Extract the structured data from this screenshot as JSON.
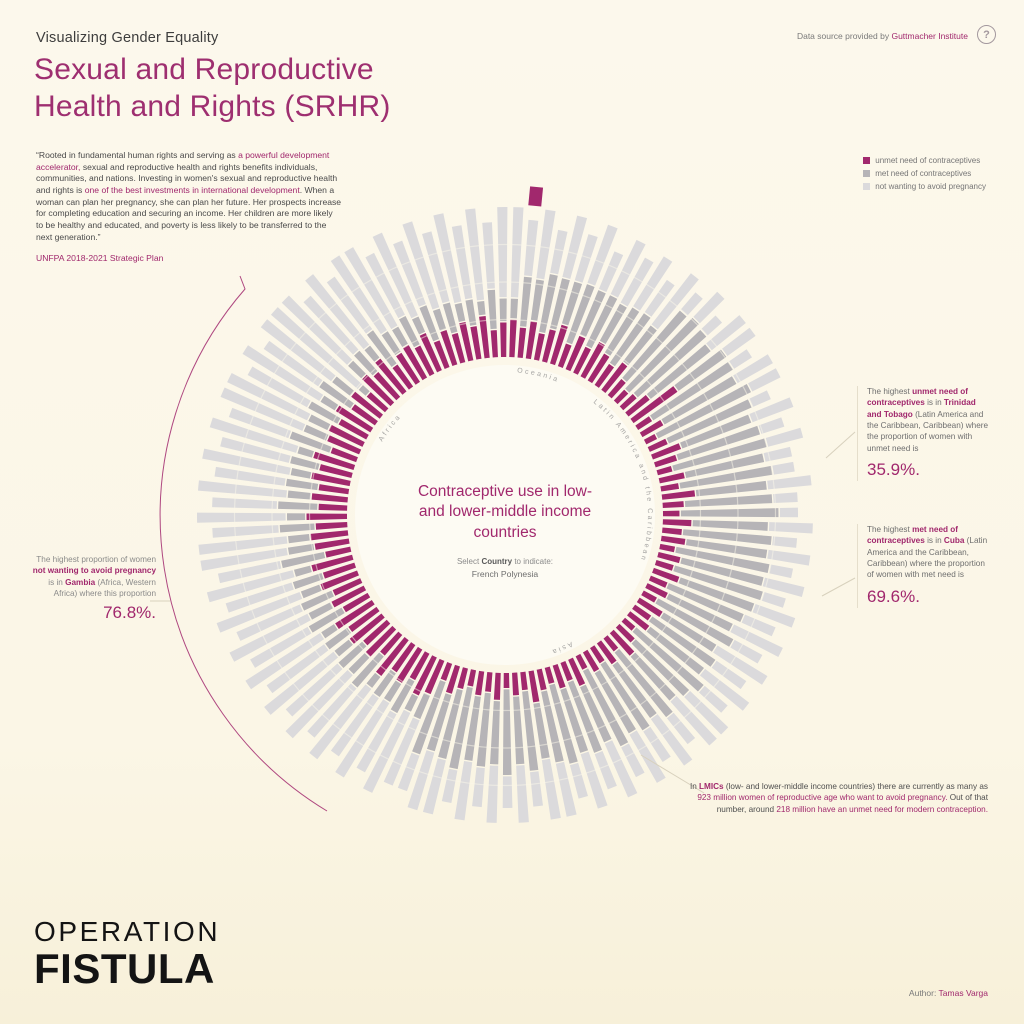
{
  "page": {
    "eyebrow": "Visualizing Gender Equality",
    "title_line1": "Sexual and Reproductive",
    "title_line2": "Health and Rights (SRHR)",
    "datasource_prefix": "Data source provided by ",
    "datasource_link": "Guttmacher Institute",
    "help_icon_glyph": "?"
  },
  "quote": {
    "segments": [
      {
        "t": "“Rooted in fundamental human rights and serving as "
      },
      {
        "t": "a powerful development accelerator,",
        "h": true
      },
      {
        "t": " sexual and reproductive health and rights benefits individuals, communities, and nations. Investing in women's sexual and reproductive health and rights is "
      },
      {
        "t": "one of the best investments in international development",
        "h": true
      },
      {
        "t": ". When a woman can plan her pregnancy, she can plan her future. Her prospects increase for completing education and securing an income. Her children are more likely to be healthy and educated, and poverty is less likely to be transferred to the next generation.”"
      }
    ],
    "source": "UNFPA 2018-2021 Strategic Plan"
  },
  "legend": {
    "items": [
      {
        "label": "unmet need of contraceptives",
        "color": "#a1286d"
      },
      {
        "label": "met need of contraceptives",
        "color": "#b6b4b7"
      },
      {
        "label": "not wanting to avoid pregnancy",
        "color": "#dbdadc"
      }
    ]
  },
  "center": {
    "title": "Contraceptive use in low- and lower-middle income countries",
    "select_prefix": "Select ",
    "select_field": "Country",
    "select_suffix": " to indicate:",
    "selected_country": "French Polynesia"
  },
  "annotations": {
    "unmet": {
      "segments": [
        {
          "t": "The highest "
        },
        {
          "t": "unmet need of contraceptives",
          "h": true,
          "b": true
        },
        {
          "t": " is in "
        },
        {
          "t": "Trinidad and Tobago",
          "h": true,
          "b": true
        },
        {
          "t": " (Latin America and the Caribbean, Caribbean) where the proportion of women with unmet need is"
        }
      ],
      "value": "35.9%."
    },
    "met": {
      "segments": [
        {
          "t": "The highest "
        },
        {
          "t": "met need of contraceptives",
          "h": true,
          "b": true
        },
        {
          "t": " is in "
        },
        {
          "t": "Cuba",
          "h": true,
          "b": true
        },
        {
          "t": " (Latin America and the Caribbean, Caribbean) where the proportion of women with met need is"
        }
      ],
      "value": "69.6%."
    },
    "not_wanting": {
      "segments": [
        {
          "t": "The highest proportion of women "
        },
        {
          "t": "not wanting to avoid pregnancy",
          "h": true,
          "b": true
        },
        {
          "t": " is in "
        },
        {
          "t": "Gambia",
          "h": true,
          "b": true
        },
        {
          "t": " (Africa, Western Africa) where this proportion"
        }
      ],
      "value": "76.8%."
    },
    "lmic": {
      "segments": [
        {
          "t": "In "
        },
        {
          "t": "LMICs",
          "h": true,
          "b": true
        },
        {
          "t": " (low- and lower-middle income countries) there are currently as many as "
        },
        {
          "t": "923 million women of reproductive age who want to avoid pregnancy.",
          "h": true
        },
        {
          "t": " Out of that number, around "
        },
        {
          "t": "218 million have an unmet need for modern contraception.",
          "h": true
        }
      ]
    }
  },
  "footer": {
    "brand_line1": "OPERATION",
    "brand_line2": "FISTULA",
    "author_label": "Author: ",
    "author_name": "Tamas Varga"
  },
  "chart_data": {
    "type": "radial-stacked-bar",
    "title": "Contraceptive use in low- and lower-middle income countries",
    "series": [
      "unmet need of contraceptives",
      "met need of contraceptives",
      "not wanting to avoid pregnancy"
    ],
    "values_format": "[unmet, met, not_wanting] in % (estimated from bar lengths)",
    "colors": {
      "unmet": "#a1286d",
      "met": "#b6b4b7",
      "notwant": "#dbdadc"
    },
    "selected": {
      "country": "French Polynesia",
      "region": "Oceania",
      "bar_index": 0
    },
    "extremes": {
      "highest_unmet": {
        "country": "Trinidad and Tobago",
        "region": "Latin America and the Caribbean",
        "subregion": "Caribbean",
        "value_pct": 35.9
      },
      "highest_met": {
        "country": "Cuba",
        "region": "Latin America and the Caribbean",
        "subregion": "Caribbean",
        "value_pct": 69.6
      },
      "highest_not_wanting": {
        "country": "Gambia",
        "region": "Africa",
        "subregion": "Western Africa",
        "value_pct": 76.8
      }
    },
    "totals": {
      "women_wanting_to_avoid_pregnancy": "923 million",
      "unmet_need_modern_contraception": "218 million"
    },
    "regions": [
      {
        "name": "Oceania",
        "bars": [
          [
            20,
            34,
            38
          ],
          [
            25,
            28,
            47
          ],
          [
            18,
            40,
            30
          ],
          [
            22,
            35,
            43
          ],
          [
            27,
            30,
            33
          ],
          [
            16,
            42,
            42
          ],
          [
            24,
            33,
            28
          ],
          [
            19,
            38,
            41
          ],
          [
            26,
            29,
            35
          ],
          [
            21,
            36,
            40
          ],
          [
            17,
            41,
            27
          ],
          [
            23,
            31,
            44
          ]
        ]
      },
      {
        "name": "Latin America and the Caribbean",
        "bars": [
          [
            14,
            60,
            16
          ],
          [
            10,
            66,
            24
          ],
          [
            12,
            62,
            14
          ],
          [
            18,
            52,
            30
          ],
          [
            36,
            40,
            24
          ],
          [
            11,
            64,
            15
          ],
          [
            16,
            56,
            28
          ],
          [
            8,
            70,
            22
          ],
          [
            13,
            61,
            14
          ],
          [
            20,
            50,
            30
          ],
          [
            15,
            58,
            17
          ],
          [
            10,
            65,
            25
          ],
          [
            17,
            54,
            19
          ],
          [
            12,
            63,
            15
          ],
          [
            22,
            48,
            30
          ],
          [
            14,
            59,
            17
          ],
          [
            11,
            66,
            13
          ],
          [
            19,
            51,
            30
          ],
          [
            13,
            60,
            17
          ],
          [
            16,
            55,
            29
          ],
          [
            10,
            64,
            16
          ],
          [
            15,
            57,
            28
          ],
          [
            12,
            62,
            16
          ],
          [
            18,
            53,
            29
          ]
        ]
      },
      {
        "name": "Asia",
        "bars": [
          [
            12,
            55,
            23
          ],
          [
            15,
            48,
            37
          ],
          [
            10,
            58,
            22
          ],
          [
            18,
            42,
            40
          ],
          [
            13,
            52,
            25
          ],
          [
            16,
            46,
            38
          ],
          [
            9,
            60,
            21
          ],
          [
            14,
            50,
            36
          ],
          [
            20,
            40,
            40
          ],
          [
            11,
            56,
            23
          ],
          [
            17,
            44,
            39
          ],
          [
            12,
            53,
            25
          ],
          [
            15,
            47,
            38
          ],
          [
            10,
            57,
            23
          ],
          [
            19,
            41,
            40
          ],
          [
            13,
            51,
            26
          ],
          [
            16,
            45,
            39
          ],
          [
            11,
            55,
            24
          ],
          [
            14,
            49,
            37
          ],
          [
            21,
            38,
            41
          ],
          [
            12,
            54,
            24
          ],
          [
            15,
            46,
            39
          ],
          [
            10,
            58,
            22
          ],
          [
            18,
            43,
            39
          ],
          [
            13,
            50,
            27
          ],
          [
            16,
            44,
            40
          ],
          [
            11,
            56,
            23
          ],
          [
            14,
            48,
            38
          ],
          [
            19,
            40,
            41
          ],
          [
            12,
            52,
            26
          ]
        ]
      },
      {
        "name": "Africa",
        "bars": [
          [
            24,
            18,
            48
          ],
          [
            28,
            12,
            60
          ],
          [
            20,
            25,
            45
          ],
          [
            26,
            15,
            59
          ],
          [
            22,
            20,
            48
          ],
          [
            30,
            10,
            60
          ],
          [
            18,
            28,
            44
          ],
          [
            25,
            16,
            59
          ],
          [
            21,
            22,
            47
          ],
          [
            27,
            13,
            60
          ],
          [
            23,
            19,
            48
          ],
          [
            29,
            11,
            60
          ],
          [
            19,
            26,
            45
          ],
          [
            24,
            17,
            59
          ],
          [
            20,
            23,
            47
          ],
          [
            26,
            14,
            60
          ],
          [
            22,
            21,
            47
          ],
          [
            28,
            12,
            60
          ],
          [
            17,
            30,
            43
          ],
          [
            23,
            18,
            59
          ],
          [
            25,
            15,
            60
          ],
          [
            21,
            24,
            45
          ],
          [
            27,
            13,
            60
          ],
          [
            19,
            27,
            44
          ],
          [
            24,
            16,
            60
          ],
          [
            20,
            22,
            48
          ],
          [
            26,
            14,
            60
          ],
          [
            22,
            20,
            48
          ],
          [
            28,
            11,
            61
          ],
          [
            18,
            29,
            43
          ],
          [
            23,
            17,
            60
          ],
          [
            25,
            15,
            60
          ],
          [
            21,
            23,
            46
          ],
          [
            27,
            12,
            61
          ],
          [
            19,
            26,
            45
          ],
          [
            24,
            16,
            60
          ],
          [
            16,
            7,
            77
          ],
          [
            26,
            13,
            61
          ],
          [
            22,
            19,
            49
          ],
          [
            28,
            11,
            61
          ],
          [
            18,
            28,
            44
          ],
          [
            23,
            17,
            60
          ],
          [
            25,
            14,
            61
          ],
          [
            21,
            22,
            47
          ],
          [
            27,
            12,
            61
          ],
          [
            19,
            25,
            46
          ],
          [
            24,
            15,
            61
          ],
          [
            20,
            21,
            49
          ],
          [
            26,
            13,
            61
          ],
          [
            22,
            18,
            50
          ],
          [
            28,
            10,
            62
          ],
          [
            18,
            27,
            45
          ],
          [
            23,
            16,
            61
          ],
          [
            25,
            14,
            61
          ]
        ]
      }
    ]
  }
}
